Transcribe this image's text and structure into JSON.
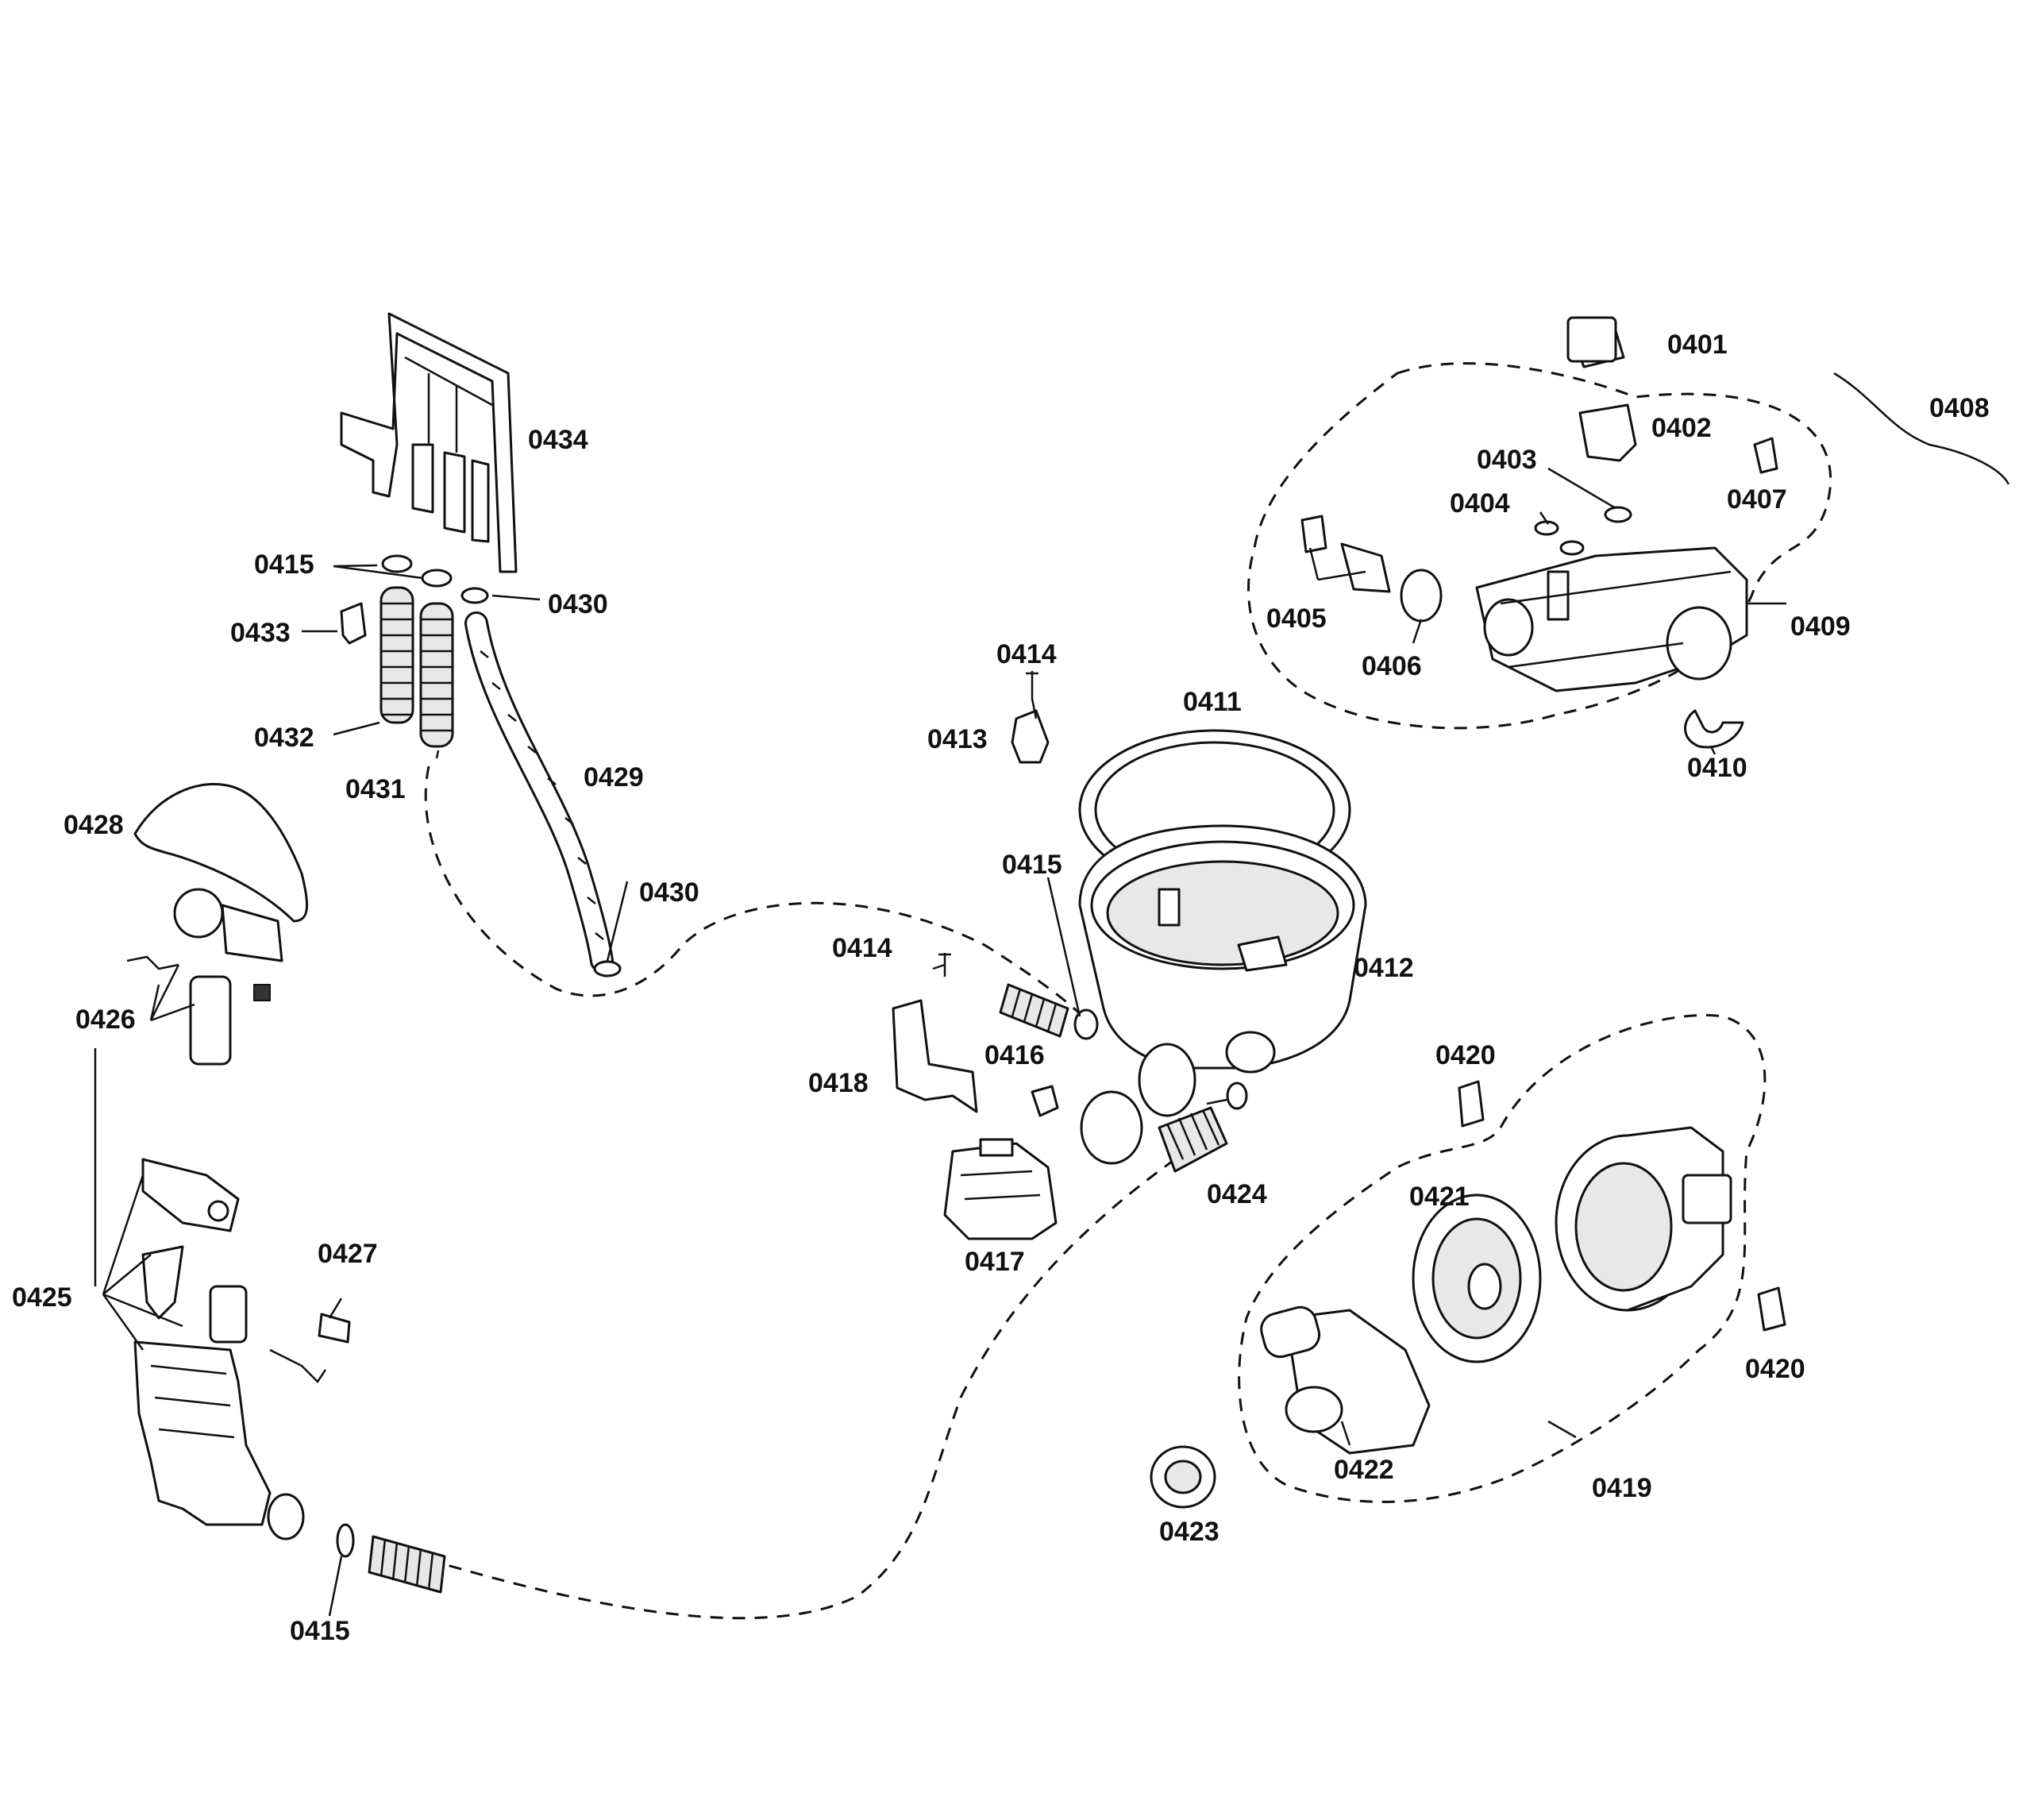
{
  "labels": {
    "l0401": "0401",
    "l0402": "0402",
    "l0403": "0403",
    "l0404": "0404",
    "l0405": "0405",
    "l0406": "0406",
    "l0407": "0407",
    "l0408": "0408",
    "l0409": "0409",
    "l0410": "0410",
    "l0411": "0411",
    "l0412": "0412",
    "l0413": "0413",
    "l0414a": "0414",
    "l0414b": "0414",
    "l0415a": "0415",
    "l0415b": "0415",
    "l0415c": "0415",
    "l0416": "0416",
    "l0417": "0417",
    "l0418": "0418",
    "l0419": "0419",
    "l0420a": "0420",
    "l0420b": "0420",
    "l0421": "0421",
    "l0422": "0422",
    "l0423": "0423",
    "l0424": "0424",
    "l0425": "0425",
    "l0426": "0426",
    "l0427": "0427",
    "l0428": "0428",
    "l0429": "0429",
    "l0430a": "0430",
    "l0430b": "0430",
    "l0431": "0431",
    "l0432": "0432",
    "l0433": "0433",
    "l0434": "0434"
  }
}
